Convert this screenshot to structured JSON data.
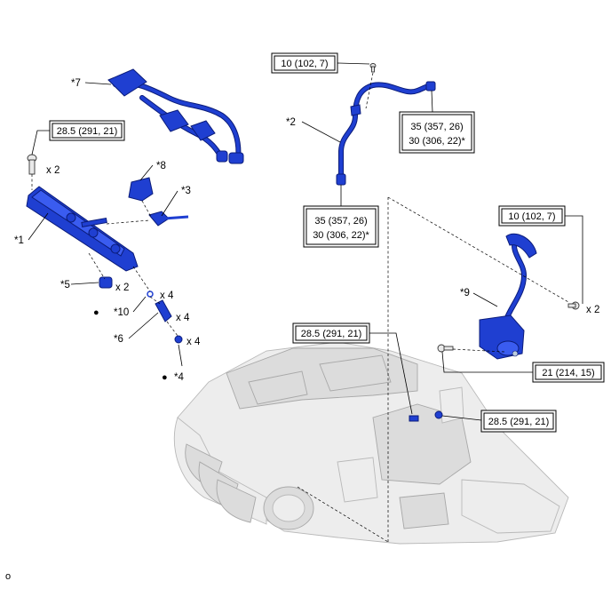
{
  "callouts": {
    "c1": "*1",
    "c2": "*2",
    "c3": "*3",
    "c4": "*4",
    "c5": "*5",
    "c6": "*6",
    "c7": "*7",
    "c8": "*8",
    "c9": "*9",
    "c10": "*10"
  },
  "quantities": {
    "q_bolt_rail": "x 2",
    "q_c5": "x 2",
    "q_c10": "x 4",
    "q_c6": "x 4",
    "q_c4": "x 4",
    "q_c9_bolt": "x 2"
  },
  "torques": {
    "t_rail_bolt": "28.5 (291, 21)",
    "t_pipe_bolt": "10 (102, 7)",
    "t_pipe_end_a": [
      "35 (357, 26)",
      "30 (306, 22)*"
    ],
    "t_pipe_end_b": [
      "35 (357, 26)",
      "30 (306, 22)*"
    ],
    "t_c9_bolt": "10 (102, 7)",
    "t_engine_left": "28.5 (291, 21)",
    "t_engine_right": "28.5 (291, 21)",
    "t_c9_lower": "21 (214, 15)"
  },
  "markers": {
    "bullet": "●"
  },
  "footer": {
    "figure_code": "o"
  }
}
